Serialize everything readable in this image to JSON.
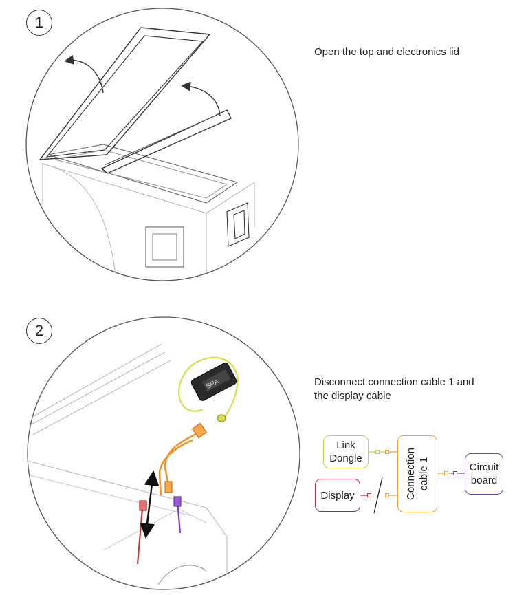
{
  "steps": [
    {
      "number": "1",
      "instruction": "Open the top and electronics lid"
    },
    {
      "number": "2",
      "instruction_line1": "Disconnect connection cable 1 and",
      "instruction_line2": "the display cable"
    }
  ],
  "diagram": {
    "link_dongle": {
      "line1": "Link",
      "line2": "Dongle",
      "color": "#c8d44a"
    },
    "display": {
      "label": "Display",
      "color": "#b0253c"
    },
    "connection_cable": {
      "label": "Connection cable 1",
      "color": "#f0a43c"
    },
    "circuit_board": {
      "line1": "Circuit",
      "line2": "board",
      "color": "#6a4aa0"
    }
  },
  "dongle_text": "SPA",
  "icons": [
    "up-arrow-icon",
    "down-arrow-icon",
    "curved-arrow-icon"
  ]
}
